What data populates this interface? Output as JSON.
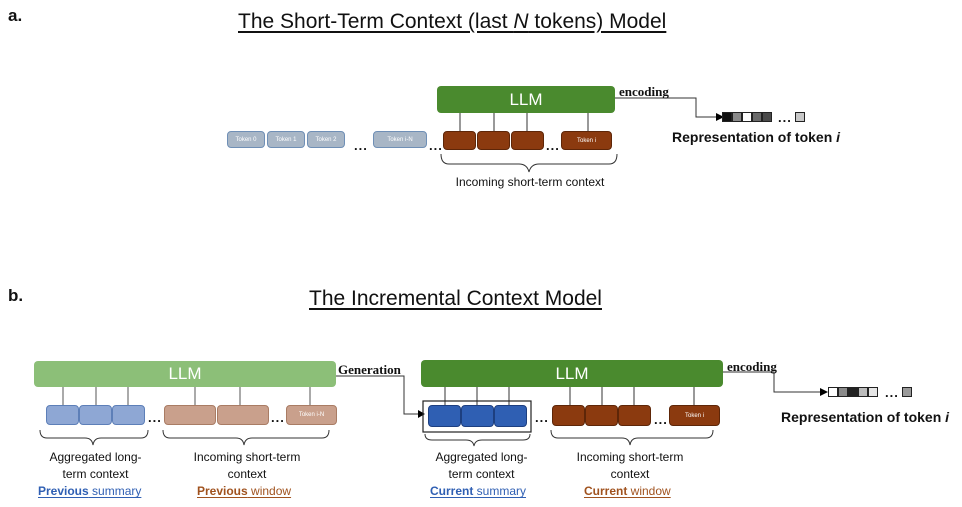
{
  "panel_a": {
    "letter": "a.",
    "title_pre": "The Short-Term Context (last ",
    "title_italic": "N",
    "title_post": " tokens) Model",
    "llm_label": "LLM",
    "grey_tokens": [
      "Token 0",
      "Token 1",
      "Token 2",
      "Token i-N"
    ],
    "last_token": "Token i",
    "ellipsis": "...",
    "encoding_label": "encoding",
    "rep_pre": "Representation of token ",
    "rep_italic": "i",
    "context_caption": "Incoming short-term context",
    "rep_colors": [
      "#111111",
      "#8a8a8a",
      "#ffffff",
      "#6a6a6a",
      "#4a4a4a",
      "#c8c8c8"
    ]
  },
  "panel_b": {
    "letter": "b.",
    "title": "The Incremental Context Model",
    "llm_label": "LLM",
    "generation_label": "Generation",
    "encoding_label": "encoding",
    "prev_last_token": "Token i-N",
    "cur_last_token": "Token i",
    "ellipsis": "...",
    "rep_pre": "Representation of token ",
    "rep_italic": "i",
    "prev_summary_caption_1": "Aggregated long-",
    "prev_summary_caption_2": "term context",
    "prev_summary_bold": "Previous",
    "prev_summary_rest": " summary",
    "prev_window_caption_1": "Incoming short-term",
    "prev_window_caption_2": "context",
    "prev_window_bold": "Previous",
    "prev_window_rest": " window",
    "cur_summary_caption_1": "Aggregated long-",
    "cur_summary_caption_2": "term context",
    "cur_summary_bold": "Current",
    "cur_summary_rest": " summary",
    "cur_window_caption_1": "Incoming short-term",
    "cur_window_caption_2": "context",
    "cur_window_bold": "Current",
    "cur_window_rest": " window",
    "rep_colors": [
      "#ffffff",
      "#8a8a8a",
      "#222222",
      "#bbbbbb",
      "#e6e6e6",
      "#9a9a9a"
    ]
  },
  "colors": {
    "llm_dark": "#4a8a2e",
    "llm_light": "#8cbf78",
    "summary_blue": "#2f5fb3",
    "window_brown": "#a0521e"
  }
}
